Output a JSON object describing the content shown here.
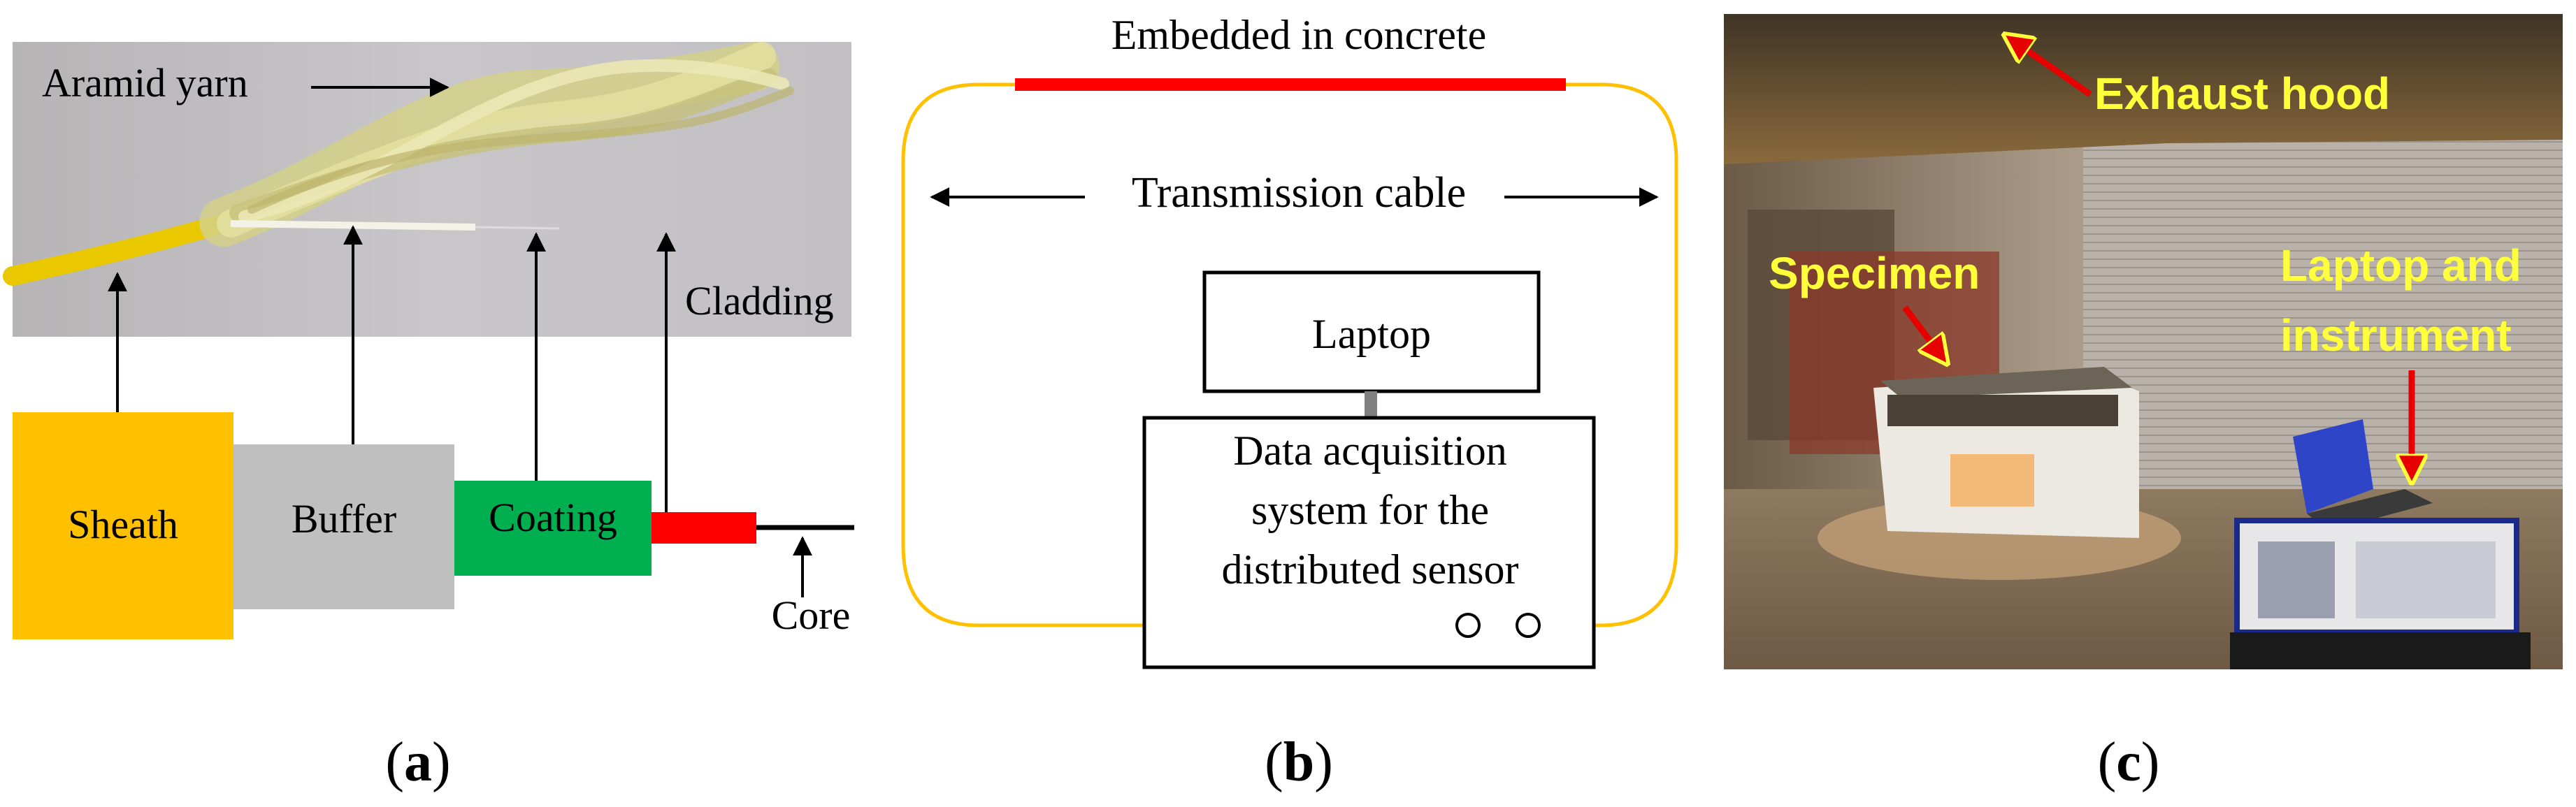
{
  "panel_a": {
    "label_aramid": "Aramid yarn",
    "label_cladding": "Cladding",
    "layer_sheath": "Sheath",
    "layer_buffer": "Buffer",
    "layer_coating": "Coating",
    "label_core": "Core",
    "caption_open": "(",
    "caption_letter": "a",
    "caption_close": ")"
  },
  "panel_b": {
    "label_embedded": "Embedded in concrete",
    "label_transmission": "Transmission cable",
    "label_laptop": "Laptop",
    "daq_line1": "Data acquisition",
    "daq_line2": "system for the",
    "daq_line3": "distributed sensor",
    "caption_open": "(",
    "caption_letter": "b",
    "caption_close": ")"
  },
  "panel_c": {
    "label_exhaust": "Exhaust hood",
    "label_specimen": "Specimen",
    "label_laptop_line1": "Laptop and",
    "label_laptop_line2": "instrument",
    "caption_open": "(",
    "caption_letter": "c",
    "caption_close": ")"
  },
  "colors": {
    "sheath": "#ffc000",
    "buffer": "#bfbfbf",
    "coating": "#00b050",
    "cladding_bar": "#ff0000",
    "fiber_loop": "#ffc000",
    "embedded_bar": "#ff0000",
    "photo_annotation_text": "#ffff3a",
    "photo_annotation_arrow": "#e60000"
  }
}
